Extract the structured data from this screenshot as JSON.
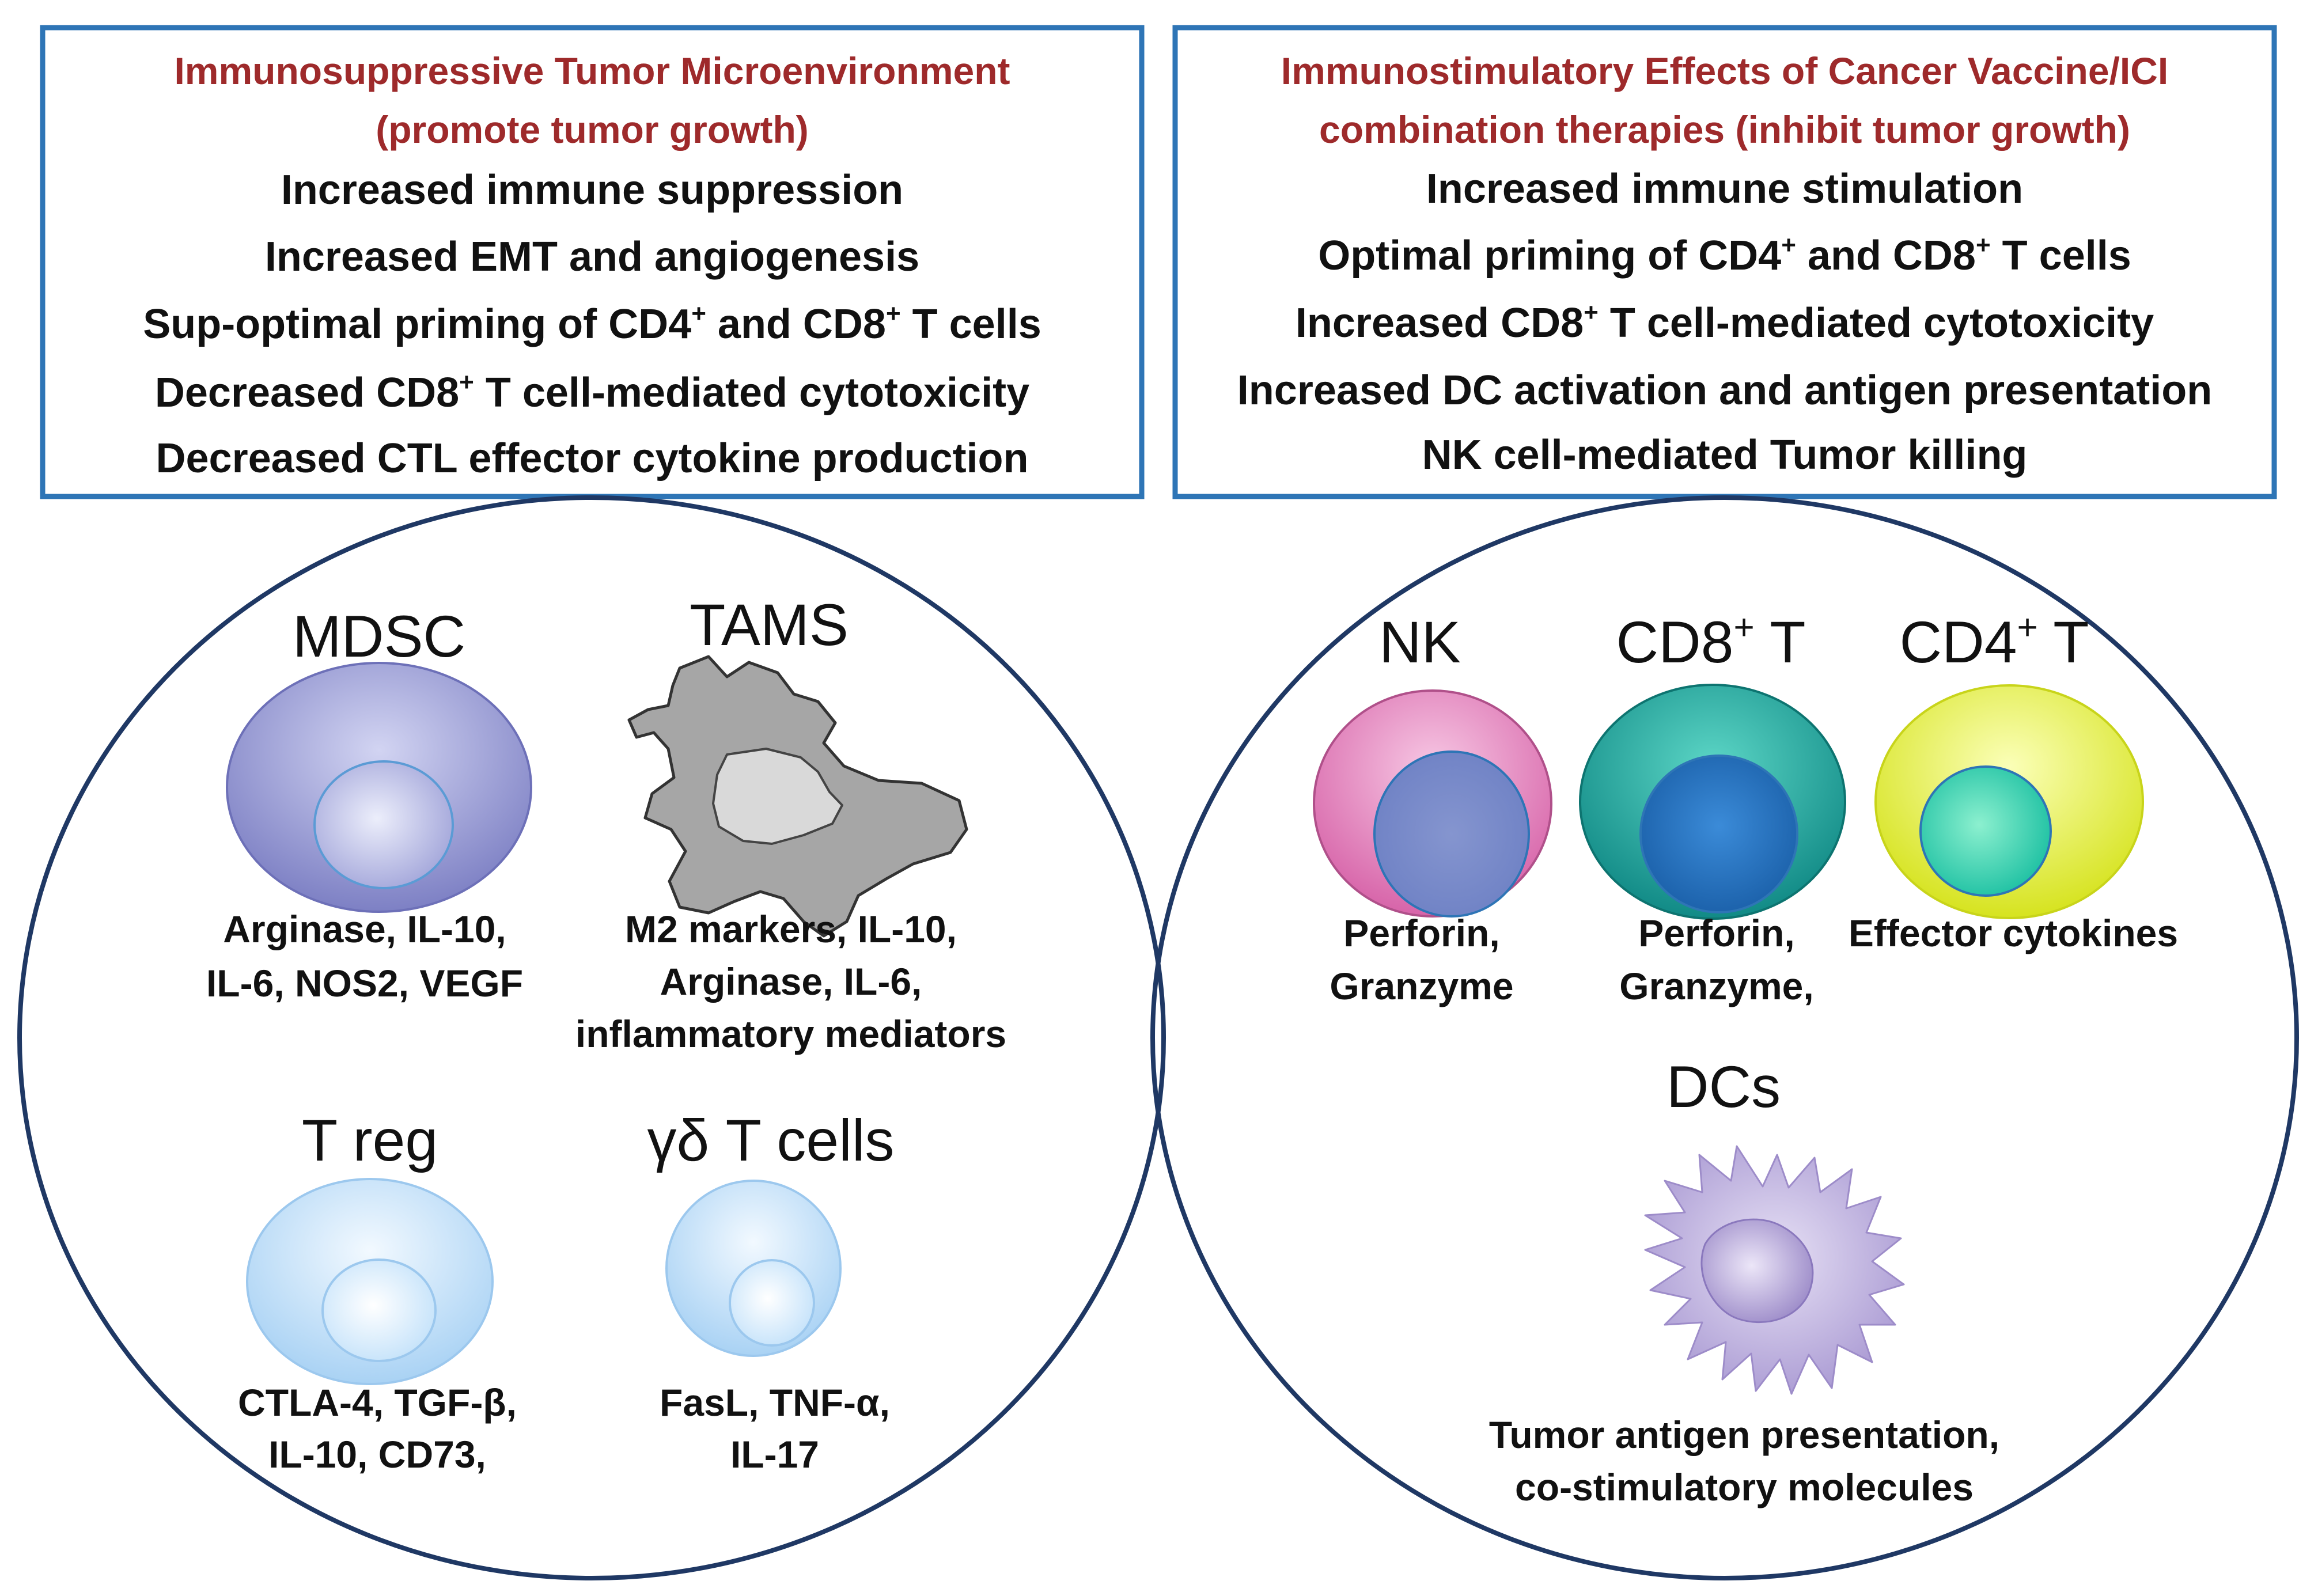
{
  "left_box": {
    "title_lines": [
      "Immunosuppressive Tumor Microenvironment",
      "(promote tumor growth)"
    ],
    "lines": [
      {
        "text": "Increased immune suppression"
      },
      {
        "text": "Increased EMT and angiogenesis"
      },
      {
        "pre": "Sup-optimal priming of CD4",
        "sup1": "+",
        "mid": " and CD8",
        "sup2": "+",
        "post": " T cells"
      },
      {
        "pre": "Decreased CD8",
        "sup1": "+",
        "mid": " T cell-mediated cytotoxicity"
      },
      {
        "text": "Decreased CTL effector cytokine production"
      }
    ]
  },
  "right_box": {
    "title_lines": [
      "Immunostimulatory Effects of Cancer Vaccine/ICI",
      "combination therapies (inhibit tumor growth)"
    ],
    "lines": [
      {
        "text": "Increased immune stimulation"
      },
      {
        "pre": "Optimal priming of CD4",
        "sup1": "+",
        "mid": " and CD8",
        "sup2": "+",
        "post": " T cells"
      },
      {
        "pre": "Increased CD8",
        "sup1": "+",
        "mid": " T cell-mediated cytotoxicity"
      },
      {
        "text": "Increased DC activation and antigen presentation"
      },
      {
        "text": "NK cell-mediated Tumor killing"
      }
    ]
  },
  "left_cells": {
    "mdsc": {
      "title": "MDSC",
      "label_lines": [
        "Arginase, IL-10,",
        "IL-6, NOS2, VEGF"
      ]
    },
    "tams": {
      "title": "TAMS",
      "label_lines": [
        "M2 markers, IL-10,",
        "Arginase, IL-6,",
        "inflammatory mediators"
      ]
    },
    "treg": {
      "title": "T reg",
      "label_lines": [
        "CTLA-4, TGF-β,",
        "IL-10, CD73,"
      ]
    },
    "gd": {
      "title": "γδ T cells",
      "label_lines": [
        "FasL, TNF-α,",
        "IL-17"
      ]
    }
  },
  "right_cells": {
    "nk": {
      "title": "NK",
      "label_lines": [
        "Perforin,",
        "Granzyme"
      ]
    },
    "cd8": {
      "title": "CD8",
      "sup": "+",
      "title_post": " T",
      "label_lines": [
        "Perforin,",
        "Granzyme,"
      ]
    },
    "cd4": {
      "title": "CD4",
      "sup": "+",
      "title_post": " T",
      "label_lines": [
        "Effector cytokines"
      ]
    },
    "dcs": {
      "title": "DCs",
      "label_lines": [
        "Tumor antigen presentation,",
        "co-stimulatory molecules"
      ]
    }
  },
  "colors": {
    "box_border": "#2e75b6",
    "circle_border": "#1f3864",
    "title_red": "#9e2a2b",
    "mdsc": "#8c8fcf",
    "tams": "#a6a6a6",
    "treg": "#bcdcf7",
    "nk": "#e07fba",
    "cd8": "#1aa6a0",
    "cd4": "#e1ec2a",
    "dc": "#b8aad8"
  }
}
